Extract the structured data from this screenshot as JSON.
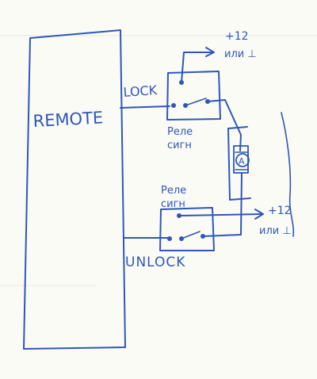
{
  "diagram": {
    "remote_label": "REMOTE",
    "lock_label": "LOCK",
    "unlock_label": "UNLOCK",
    "relay_top_label": [
      "Реле",
      "сигн"
    ],
    "relay_bottom_label": [
      "Реле",
      "сигн"
    ],
    "supply_top": [
      "+12",
      "или ⊥"
    ],
    "supply_bottom": [
      "+12",
      "или ⊥"
    ],
    "actuator_label": "A",
    "ink_color": "#2f57b8",
    "paper_color": "#fbfbf6"
  }
}
